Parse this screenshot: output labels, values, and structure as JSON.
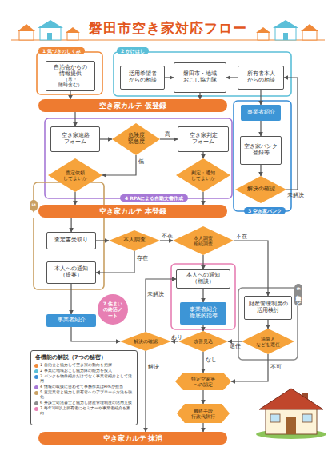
{
  "diagram": {
    "title": "磐田市空き家対応フロー",
    "nodes": [
      {
        "text": [
          "自治会からの 情報提供",
          "（常・随時含む）"
        ]
      },
      {
        "text": [
          "活用希望者 からの相談"
        ]
      },
      {
        "text": [
          "磐田市・地域 おこし協力隊"
        ]
      },
      {
        "text": [
          "所有者本人 からの相談"
        ]
      },
      {
        "text": [
          "空き家カルテ 仮登録"
        ]
      },
      {
        "text": [
          "事業者紹介"
        ]
      },
      {
        "text": [
          "空き家バンク 登録等"
        ]
      },
      {
        "text": [
          "解決の確認"
        ]
      },
      {
        "text": [
          "空き家連絡 フォーム"
        ]
      },
      {
        "text": [
          "危険度 緊急度"
        ]
      },
      {
        "text": [
          "空き家判定 フォーム"
        ]
      },
      {
        "text": [
          "査定依頼 してよいか"
        ]
      },
      {
        "text": [
          "判定・通知 してよいか"
        ]
      },
      {
        "text": [
          "空き家カルテ 本登録"
        ]
      },
      {
        "text": [
          "査定書受取り"
        ]
      },
      {
        "text": [
          "本人調査"
        ]
      },
      {
        "text": [
          "本人調査 相続調査"
        ]
      },
      {
        "text": [
          "本人への通知 （提案）"
        ]
      },
      {
        "text": [
          "本人への通知 （相談）"
        ]
      },
      {
        "text": [
          "事業者紹介"
        ]
      },
      {
        "text": [
          "事業者紹介 徹底的指導"
        ]
      },
      {
        "text": [
          "財産管理制度の 活用検討"
        ]
      },
      {
        "text": [
          "解決の確認"
        ]
      },
      {
        "text": [
          "改善見込"
        ]
      },
      {
        "text": [
          "清算人 などを選任"
        ]
      },
      {
        "text": [
          "特定空家等 への認定"
        ]
      },
      {
        "text": [
          "最終手段 行政代執行"
        ]
      },
      {
        "text": [
          "空き家カルテ 抹消"
        ]
      }
    ],
    "edges": [
      {
        "from": 0,
        "to": 4,
        "arrow": "to"
      },
      {
        "from": 1,
        "to": 2,
        "arrow": "to"
      },
      {
        "from": 3,
        "to": 2,
        "arrow": "to"
      },
      {
        "from": 2,
        "to": 4,
        "arrow": "to"
      },
      {
        "from": 3,
        "to": 5,
        "arrow": "to"
      },
      {
        "from": 5,
        "to": 6,
        "arrow": "to"
      },
      {
        "from": 6,
        "to": 7,
        "arrow": "to"
      },
      {
        "from": 7,
        "to": 3,
        "label": "未解決",
        "arrow": "to"
      },
      {
        "from": 4,
        "to": 8,
        "arrow": "to"
      },
      {
        "from": 8,
        "to": 9,
        "arrow": "to"
      },
      {
        "from": 9,
        "to": 10,
        "label": "高",
        "arrow": "to"
      },
      {
        "from": 9,
        "to": 11,
        "label": "低",
        "arrow": "to"
      },
      {
        "from": 10,
        "to": 12,
        "arrow": "to"
      },
      {
        "from": 11,
        "to": 13,
        "arrow": "to"
      },
      {
        "from": 12,
        "to": 13,
        "arrow": "to"
      },
      {
        "from": 13,
        "to": 14,
        "arrow": "to"
      },
      {
        "from": 14,
        "to": 15,
        "arrow": "to"
      },
      {
        "from": 15,
        "to": 16,
        "label": "不在",
        "arrow": "to"
      },
      {
        "from": 15,
        "to": 17,
        "label": "存在",
        "arrow": "to"
      },
      {
        "from": 16,
        "to": 18,
        "arrow": "to"
      },
      {
        "from": 16,
        "to": 21,
        "label": "不在",
        "arrow": "to"
      },
      {
        "from": 17,
        "to": 19,
        "arrow": "to"
      },
      {
        "from": 19,
        "to": 22,
        "arrow": "to"
      },
      {
        "from": 18,
        "to": 20,
        "arrow": "to"
      },
      {
        "from": 20,
        "to": 23,
        "arrow": "to"
      },
      {
        "from": 23,
        "to": 22,
        "label": "あり",
        "arrow": "to"
      },
      {
        "from": 23,
        "to": 25,
        "label": "なし",
        "arrow": "to"
      },
      {
        "from": 22,
        "to": 18,
        "label": "未解決",
        "arrow": "to"
      },
      {
        "from": 22,
        "to": 27,
        "label": "解決",
        "arrow": "to"
      },
      {
        "from": 21,
        "to": 24,
        "arrow": "to"
      },
      {
        "from": 24,
        "to": 25,
        "label": "不可",
        "arrow": "to"
      },
      {
        "from": 24,
        "to": 23,
        "label": "選任",
        "arrow": "to"
      },
      {
        "from": 25,
        "to": 26,
        "arrow": "to"
      },
      {
        "from": 26,
        "to": 27,
        "arrow": "to"
      }
    ],
    "labels": [
      "1 気づきのしくみ",
      "2 かけはし",
      "3 空き家バンク",
      "4 RPAによる自動文書作成",
      "5 司法書士調査業務",
      "6 相続財産清算人など",
      "7 住まいの終活ノート",
      "各機能の解説（7つの秘密）"
    ],
    "legend": [
      {
        "text": "1 自治会と協力して空き家の動向を把握",
        "color": "#f08a3a"
      },
      {
        "text": "2 事業に地域おこし協力隊の能力を投入",
        "color": "#5bbfd8"
      },
      {
        "text": "3 バンクを物件紹介だけでなく事業者紹介として活用",
        "color": "#3b8fd6"
      },
      {
        "text": "4 情報の取扱に合わせて事務作業はRPAが担当",
        "color": "#a678d6"
      },
      {
        "text": "5 査定業者と協力し所有者へのアプローチ方法を強化",
        "color": "#c9a063"
      },
      {
        "text": "6 弁護士司法書士と協力し財産管理制度の活用支援",
        "color": "#8c8c8c"
      },
      {
        "text": "7 毎年1回以上所有者にセミナーや事業者紹介を案内",
        "color": "#e77fb3"
      }
    ]
  }
}
